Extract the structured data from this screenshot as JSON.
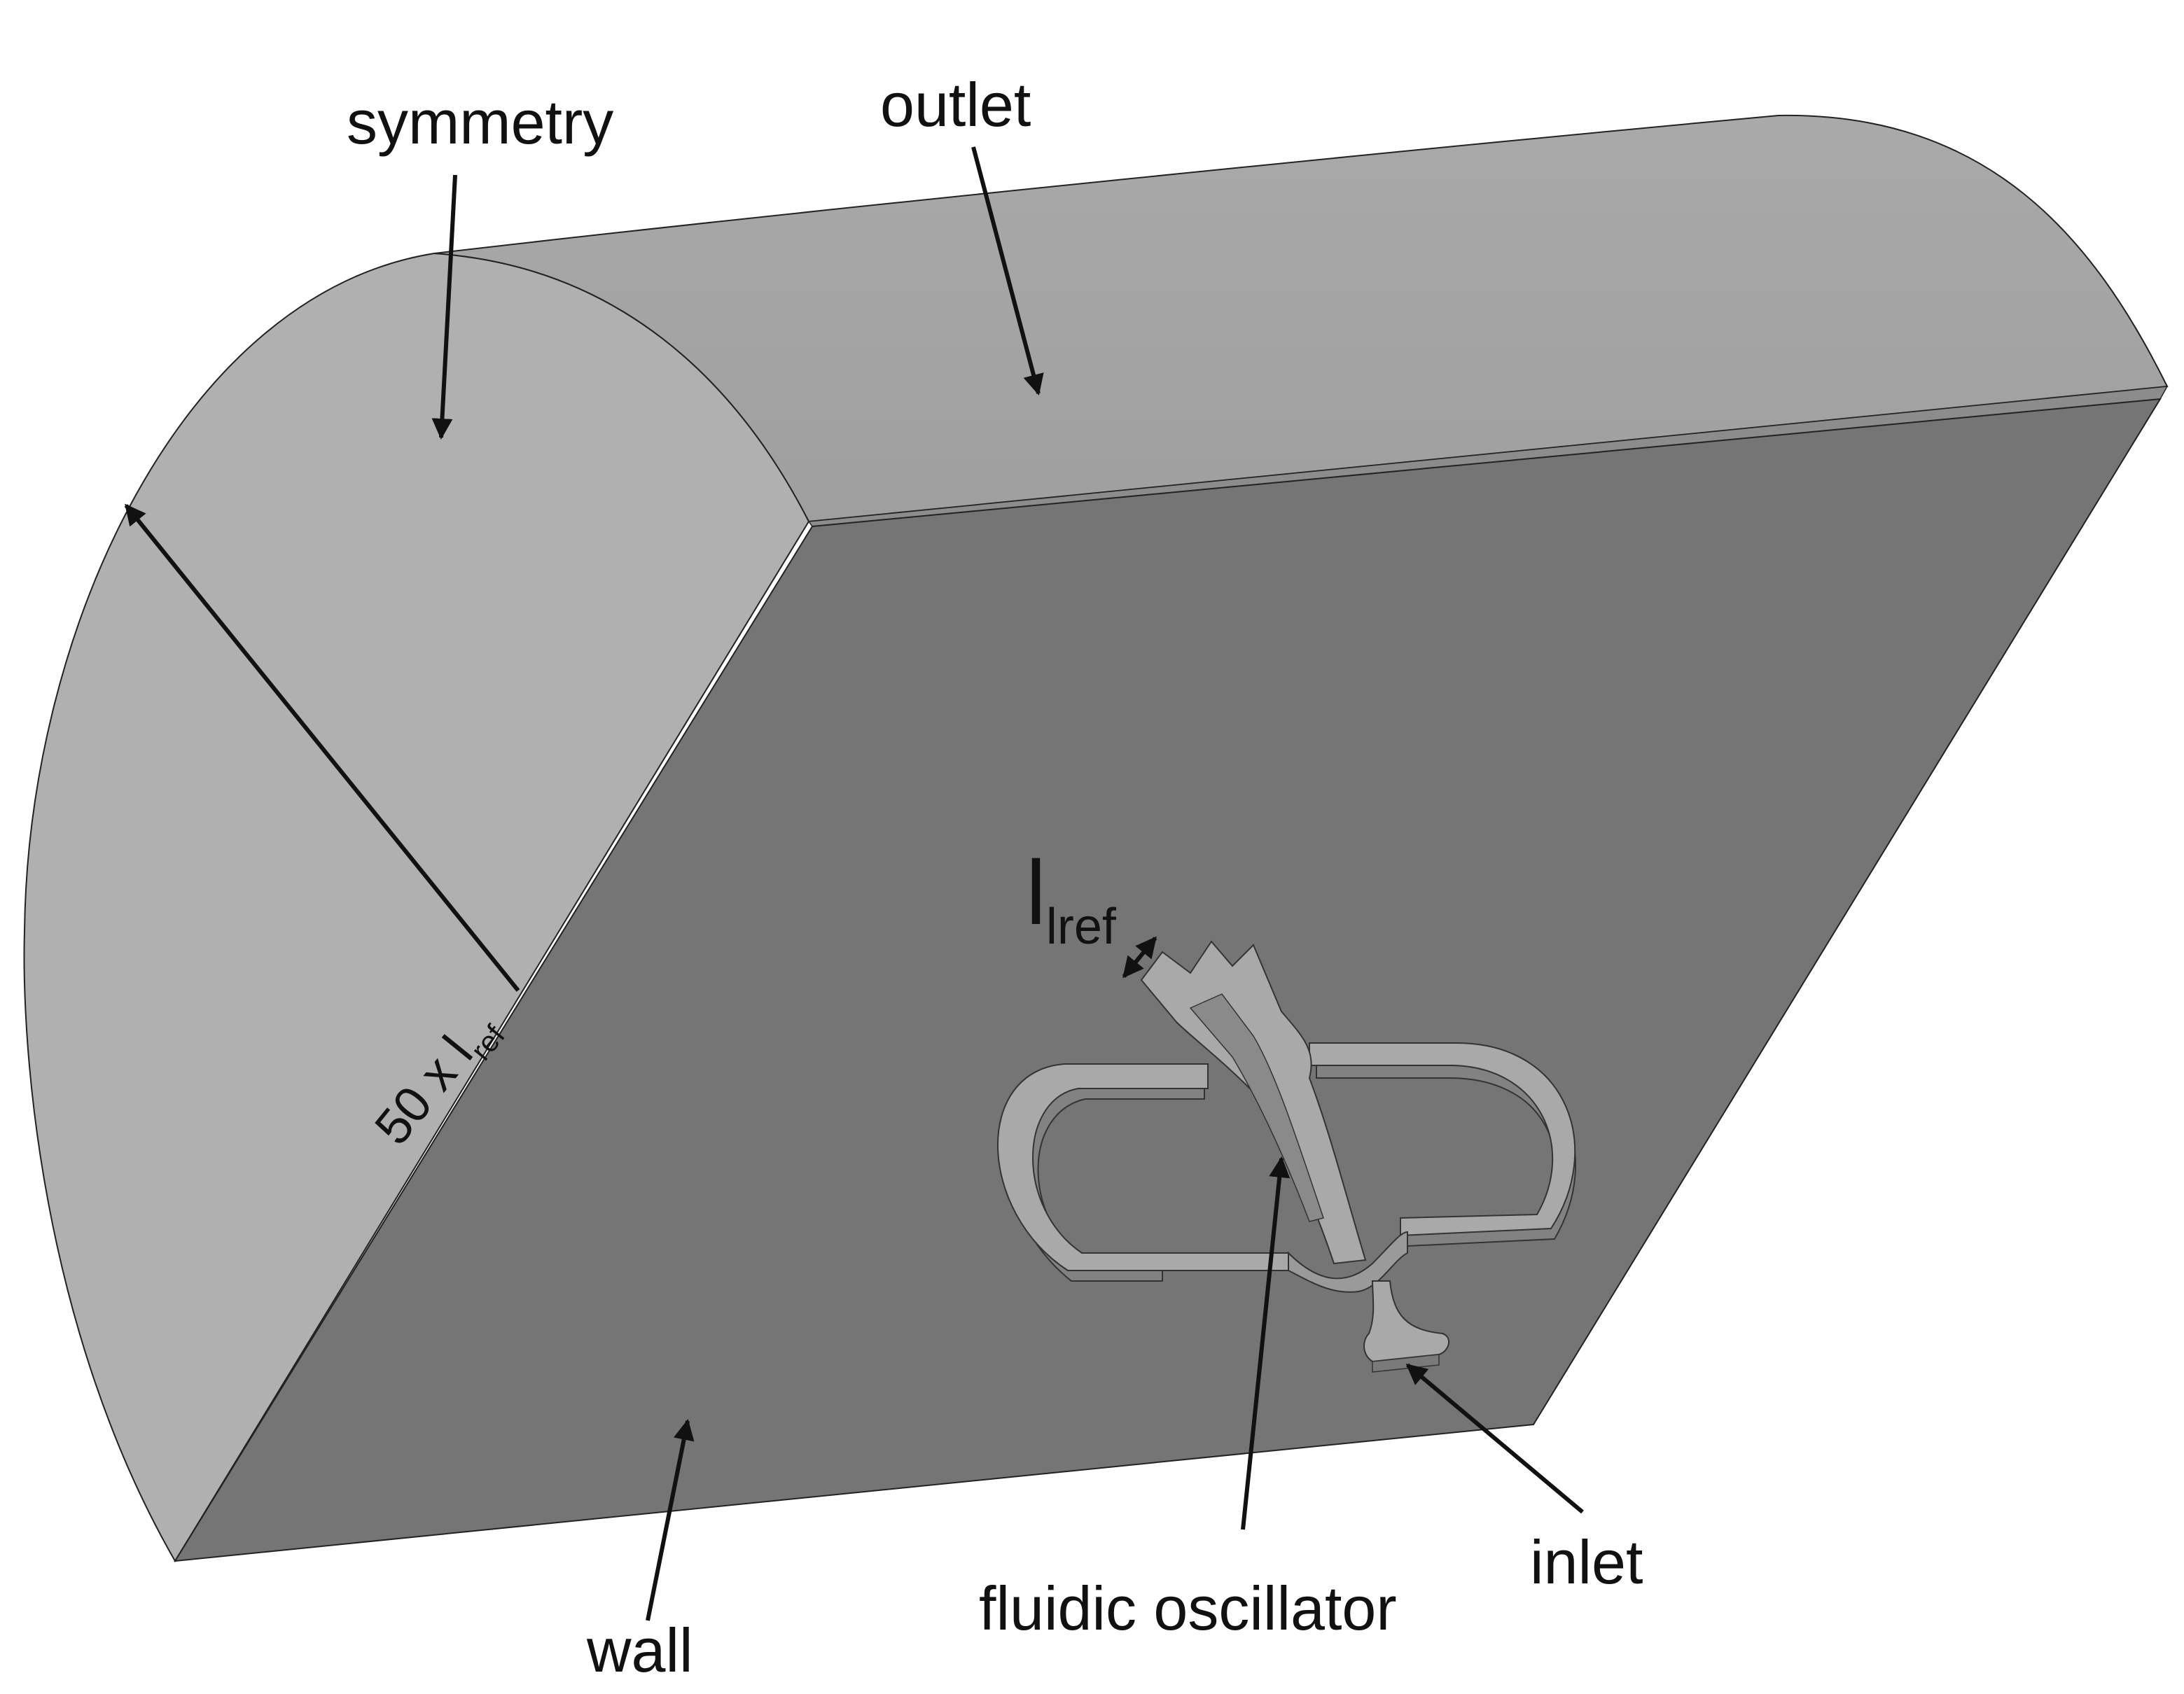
{
  "diagram": {
    "labels": {
      "symmetry": "symmetry",
      "outlet": "outlet",
      "wall": "wall",
      "inlet": "inlet",
      "fluidic_oscillator": "fluidic oscillator",
      "radius_prefix": "50 x l",
      "radius_sub": "ref",
      "lref_main": "l",
      "lref_sub": "lref"
    },
    "colors": {
      "symmetry_face": "#b0b0b0",
      "outlet_face": "#a6a6a6",
      "wall_face": "#757575",
      "oscillator_face": "#a9a9a9",
      "oscillator_side": "#828282",
      "arrow": "#111111"
    }
  }
}
